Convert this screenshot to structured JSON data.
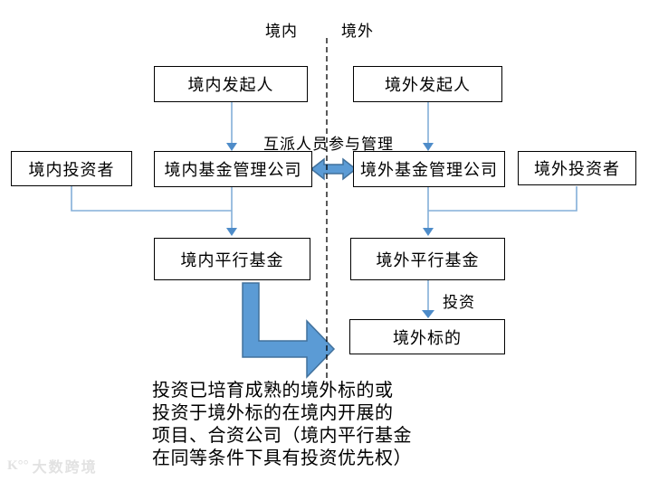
{
  "regions": {
    "domestic": "境内",
    "overseas": "境外"
  },
  "boxes": {
    "domestic_sponsor": "境内发起人",
    "overseas_sponsor": "境外发起人",
    "domestic_investor": "境内投资者",
    "domestic_fund_manager": "境内基金管理公司",
    "overseas_fund_manager": "境外基金管理公司",
    "overseas_investor": "境外投资者",
    "domestic_parallel_fund": "境内平行基金",
    "overseas_parallel_fund": "境外平行基金",
    "overseas_target": "境外标的"
  },
  "labels": {
    "mutual_management": "互派人员参与管理",
    "invest": "投资"
  },
  "note_lines": [
    "投资已培育成熟的境外标的或",
    "投资于境外标的在境内开展的",
    "项目、合资公司（境内平行基金",
    "在同等条件下具有投资优先权）"
  ],
  "watermark": {
    "icon": "K°°",
    "text": "大数跨境"
  },
  "colors": {
    "arrow_fill": "#5B9BD5",
    "arrow_border": "#41719C",
    "connector": "#84AFD9",
    "arrowhead": "#4E8CC9",
    "boundary": "#000000"
  }
}
